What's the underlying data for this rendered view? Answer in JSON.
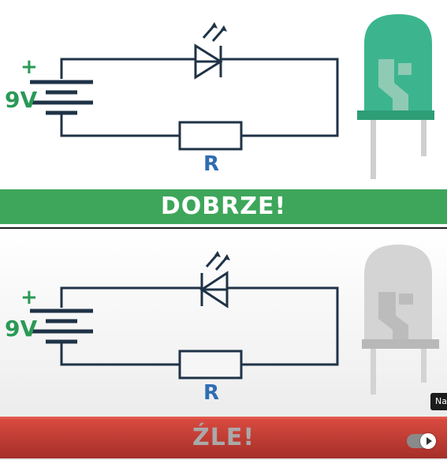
{
  "top_panel": {
    "battery_plus": "+",
    "battery_voltage": "9V",
    "resistor_label": "R",
    "banner": "DOBRZE!",
    "banner_color": "#3ea65a",
    "led_color": "#3cb58f"
  },
  "bottom_panel": {
    "battery_plus": "+",
    "battery_voltage": "9V",
    "resistor_label": "R",
    "banner": "ŹLE!",
    "banner_color": "#c0392b",
    "led_color": "#c8c8c8"
  },
  "overlay": {
    "tooltip": "Na"
  },
  "colors": {
    "wire": "#1f3347",
    "plus_green": "#2a9a56",
    "resistor_blue": "#2f6db2"
  }
}
